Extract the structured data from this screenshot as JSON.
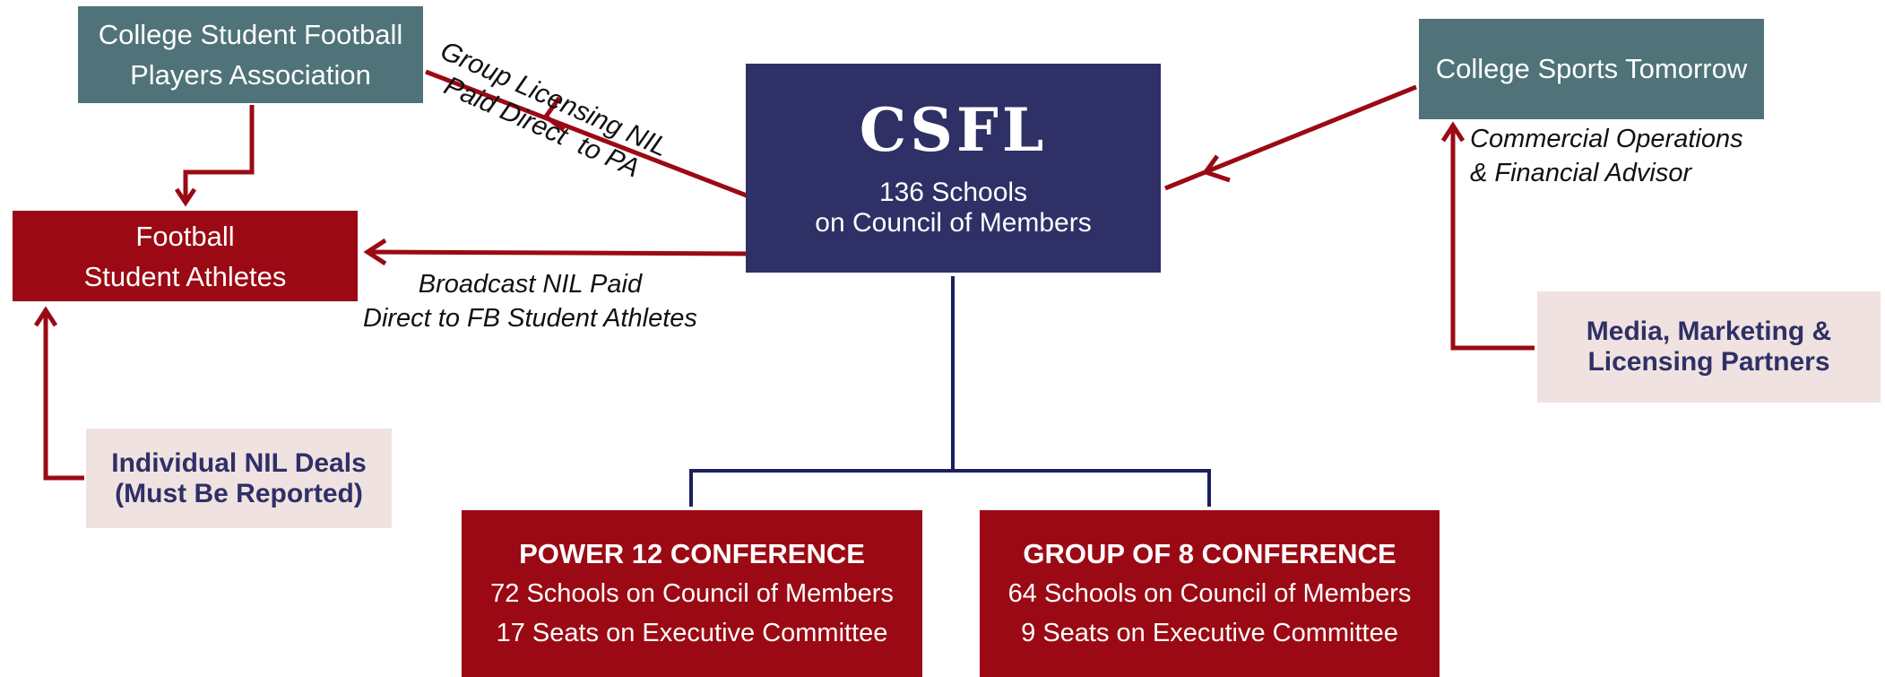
{
  "nodes": {
    "cspa": {
      "line1": "College Student Football",
      "line2": "Players Association"
    },
    "fsa": {
      "line1": "Football",
      "line2": "Student Athletes"
    },
    "nil_deals": {
      "line1": "Individual NIL Deals",
      "line2": "(Must Be Reported)"
    },
    "csfl": {
      "logo": "CSFL",
      "line1": "136 Schools",
      "line2": "on Council of Members"
    },
    "cst": {
      "label": "College Sports Tomorrow"
    },
    "media": {
      "line1": "Media, Marketing &",
      "line2": "Licensing Partners"
    },
    "power12": {
      "title": "POWER 12 CONFERENCE",
      "line1": "72 Schools on Council of Members",
      "line2": "17 Seats on Executive Committee"
    },
    "go8": {
      "title": "GROUP OF 8 CONFERENCE",
      "line1": "64 Schools on Council of Members",
      "line2": "9 Seats on Executive Committee"
    }
  },
  "labels": {
    "group_licensing": {
      "line1": "Group Licensing NIL",
      "line2": "Paid Direct  to PA"
    },
    "broadcast": {
      "line1": "Broadcast NIL Paid",
      "line2": "Direct to FB Student Athletes"
    },
    "commercial": {
      "line1": "Commercial Operations",
      "line2": "& Financial Advisor"
    }
  },
  "colors": {
    "teal": "#4f7378",
    "red": "#9b0a14",
    "navy": "#2e3066",
    "pink": "#f0e2e1",
    "arrow_red": "#9b0a14",
    "line_navy": "#1c1f5c"
  }
}
